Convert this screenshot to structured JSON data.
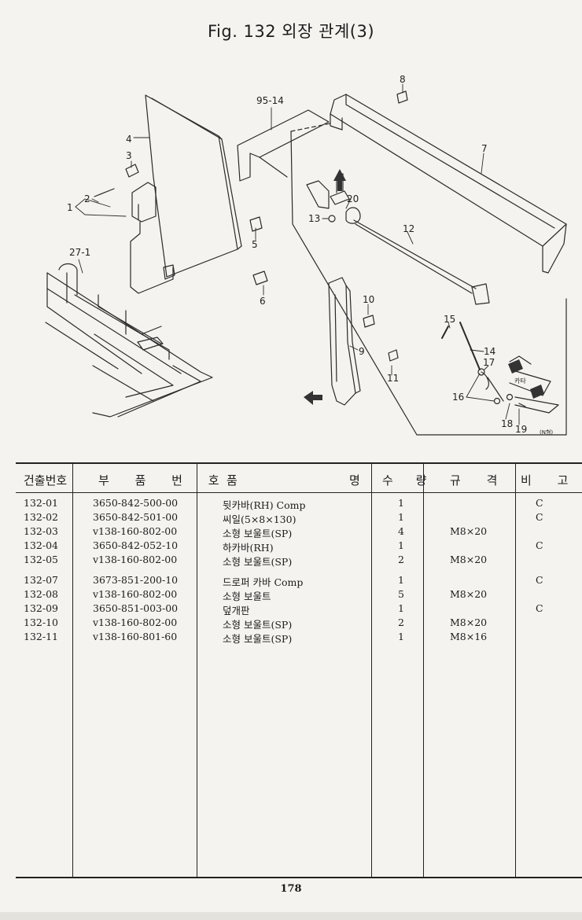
{
  "title": "Fig. 132 외장 관계(3)",
  "diagram": {
    "callouts": [
      "1",
      "2",
      "3",
      "4",
      "95-14",
      "5",
      "6",
      "27-1",
      "8",
      "7",
      "20",
      "13",
      "12",
      "10",
      "9",
      "11",
      "15",
      "14",
      "17",
      "16",
      "18",
      "19"
    ],
    "label_kataa": "카타",
    "label_nhyeong": "(N형)"
  },
  "table": {
    "headers": {
      "no": "건출번호",
      "part_no": "부 품 번 호",
      "name_left": "품",
      "name_right": "명",
      "qty": "수 량",
      "spec": "규 격",
      "note": "비 고"
    },
    "rows": [
      {
        "no": "132-01",
        "part": "3650-842-500-00",
        "name": "뒷카바(RH) Comp",
        "qty": "1",
        "spec": "",
        "note": "C"
      },
      {
        "no": "132-02",
        "part": "3650-842-501-00",
        "name": "씨일(5×8×130)",
        "qty": "1",
        "spec": "",
        "note": "C"
      },
      {
        "no": "132-03",
        "part": "v138-160-802-00",
        "name": "소형 보울트(SP)",
        "qty": "4",
        "spec": "M8×20",
        "note": ""
      },
      {
        "no": "132-04",
        "part": "3650-842-052-10",
        "name": "하카바(RH)",
        "qty": "1",
        "spec": "",
        "note": "C"
      },
      {
        "no": "132-05",
        "part": "v138-160-802-00",
        "name": "소형 보울트(SP)",
        "qty": "2",
        "spec": "M8×20",
        "note": ""
      },
      {
        "no": "132-07",
        "part": "3673-851-200-10",
        "name": "드로퍼 카바 Comp",
        "qty": "1",
        "spec": "",
        "note": "C"
      },
      {
        "no": "132-08",
        "part": "v138-160-802-00",
        "name": "소형 보울트",
        "qty": "5",
        "spec": "M8×20",
        "note": ""
      },
      {
        "no": "132-09",
        "part": "3650-851-003-00",
        "name": "덮개판",
        "qty": "1",
        "spec": "",
        "note": "C"
      },
      {
        "no": "132-10",
        "part": "v138-160-802-00",
        "name": "소형 보울트(SP)",
        "qty": "2",
        "spec": "M8×20",
        "note": ""
      },
      {
        "no": "132-11",
        "part": "v138-160-801-60",
        "name": "소형 보울트(SP)",
        "qty": "1",
        "spec": "M8×16",
        "note": ""
      }
    ]
  },
  "page_number": "178"
}
